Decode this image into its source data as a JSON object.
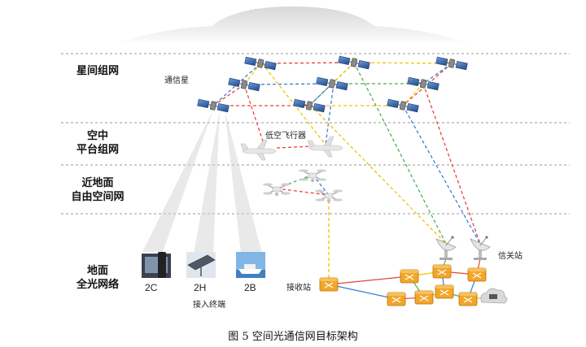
{
  "header": {
    "title": "光网络智能化"
  },
  "layers": [
    {
      "id": "space",
      "line1": "星间组网",
      "line2": ""
    },
    {
      "id": "air",
      "line1": "空中",
      "line2": "平台组网"
    },
    {
      "id": "near",
      "line1": "近地面",
      "line2": "自由空间网"
    },
    {
      "id": "ground",
      "line1": "地面",
      "line2": "全光网络"
    }
  ],
  "labels": {
    "satellite": "通信星",
    "aircraft": "低空飞行器",
    "gateway": "信关站",
    "receiver": "接收站",
    "access_terminals": "接入终端"
  },
  "terminals": [
    {
      "label": "2C",
      "icon": "phone-terminal-icon"
    },
    {
      "label": "2H",
      "icon": "solar-panel-terminal-icon"
    },
    {
      "label": "2B",
      "icon": "ship-terminal-icon"
    }
  ],
  "caption": "图 5  空间光通信网目标架构",
  "colors": {
    "dashed_divider": "#9a9a9a",
    "link_red": "#e8443a",
    "link_blue": "#3a7fd5",
    "link_green": "#4caf50",
    "link_yellow": "#f2c200",
    "router": "#f0a020",
    "cloud": "#c9c9c9"
  }
}
